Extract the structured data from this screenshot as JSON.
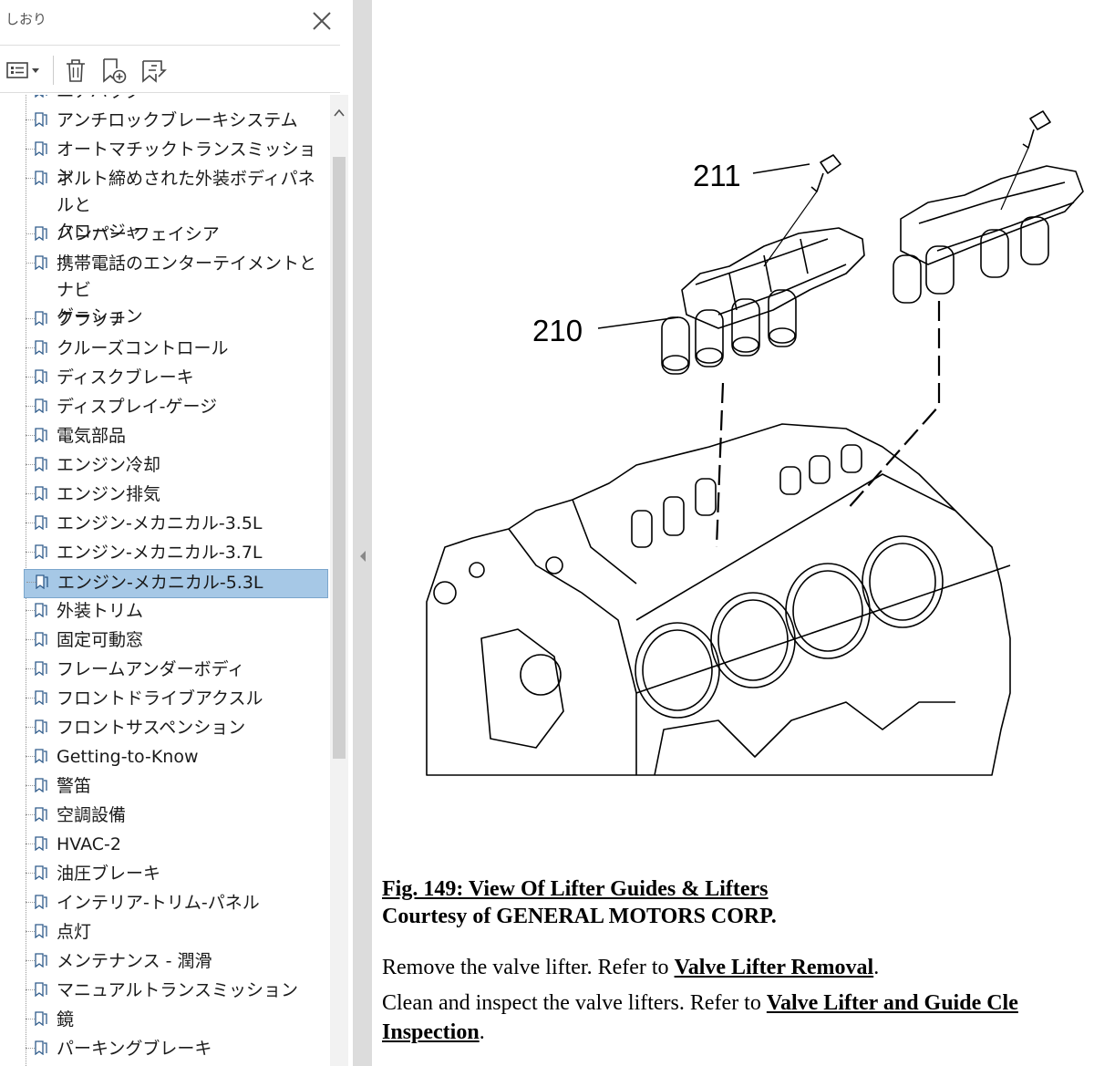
{
  "panel": {
    "title": "しおり",
    "close_icon": "close-icon",
    "toolbar_icons": [
      "options-menu-icon",
      "delete-bookmark-icon",
      "new-bookmark-icon",
      "expand-bookmark-icon"
    ]
  },
  "bookmarks": [
    {
      "label": "エアバッグ",
      "selected": false
    },
    {
      "label": "アンチロックブレーキシステム",
      "selected": false
    },
    {
      "label": "オートマチックトランスミッション",
      "selected": false
    },
    {
      "label": "ボルト締めされた外装ボディパネルと\nクロージャ",
      "selected": false
    },
    {
      "label": "バンパー-フェイシア",
      "selected": false
    },
    {
      "label": "携帯電話のエンターテイメントとナビ\nゲーション",
      "selected": false
    },
    {
      "label": "クラッチ",
      "selected": false
    },
    {
      "label": "クルーズコントロール",
      "selected": false
    },
    {
      "label": "ディスクブレーキ",
      "selected": false
    },
    {
      "label": "ディスプレイ-ゲージ",
      "selected": false
    },
    {
      "label": "電気部品",
      "selected": false
    },
    {
      "label": "エンジン冷却",
      "selected": false
    },
    {
      "label": "エンジン排気",
      "selected": false
    },
    {
      "label": "エンジン-メカニカル-3.5L",
      "selected": false
    },
    {
      "label": "エンジン-メカニカル-3.7L",
      "selected": false
    },
    {
      "label": "エンジン-メカニカル-5.3L",
      "selected": true
    },
    {
      "label": "外装トリム",
      "selected": false
    },
    {
      "label": "固定可動窓",
      "selected": false
    },
    {
      "label": "フレームアンダーボディ",
      "selected": false
    },
    {
      "label": "フロントドライブアクスル",
      "selected": false
    },
    {
      "label": "フロントサスペンション",
      "selected": false
    },
    {
      "label": "Getting-to-Know",
      "selected": false
    },
    {
      "label": "警笛",
      "selected": false
    },
    {
      "label": "空調設備",
      "selected": false
    },
    {
      "label": "HVAC-2",
      "selected": false
    },
    {
      "label": "油圧ブレーキ",
      "selected": false
    },
    {
      "label": "インテリア-トリム-パネル",
      "selected": false
    },
    {
      "label": "点灯",
      "selected": false
    },
    {
      "label": "メンテナンス - 潤滑",
      "selected": false
    },
    {
      "label": "マニュアルトランスミッション",
      "selected": false
    },
    {
      "label": "鏡",
      "selected": false
    },
    {
      "label": "パーキングブレーキ",
      "selected": false
    }
  ],
  "document": {
    "callout_211": "211",
    "callout_210": "210",
    "fig_caption": "Fig. 149: View Of Lifter Guides & Lifters",
    "courtesy": "Courtesy of GENERAL MOTORS CORP.",
    "para1_text": "Remove the valve lifter. Refer to ",
    "para1_link": "Valve Lifter Removal",
    "para1_end": ".",
    "para2_text": "Clean and inspect the valve lifters. Refer to ",
    "para2_link": "Valve Lifter and Guide Cle",
    "para3_link": "Inspection",
    "para3_end": "."
  }
}
